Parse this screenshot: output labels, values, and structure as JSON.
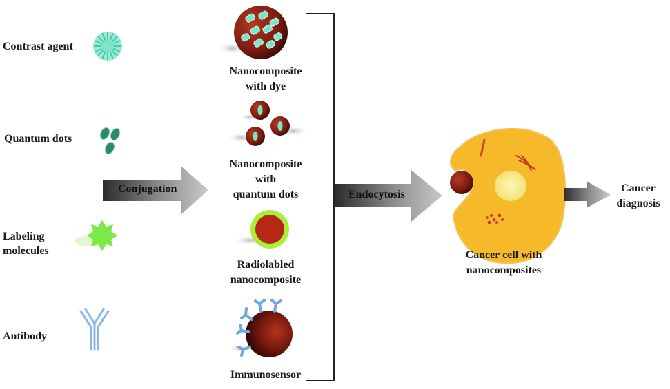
{
  "agents": {
    "contrast": "Contrast agent",
    "quantum": "Quantum dots",
    "labeling_line1": "Labeling",
    "labeling_line2": "molecules",
    "antibody": "Antibody"
  },
  "steps": {
    "conjugation": "Conjugation",
    "endocytosis": "Endocytosis"
  },
  "products": {
    "dye_line1": "Nanocomposite",
    "dye_line2": "with dye",
    "qd_line1": "Nanocomposite",
    "qd_line2": "with",
    "qd_line3": "quantum dots",
    "radio_line1": "Radiolabled",
    "radio_line2": "nanocomposite",
    "immuno": "Immunosensor"
  },
  "cell": {
    "line1": "Cancer cell with",
    "line2": "nanocomposites"
  },
  "result": {
    "line1": "Cancer",
    "line2": "diagnosis"
  },
  "colors": {
    "teal": "#3fd6b0",
    "dark_green": "#2a8a6a",
    "nanoparticle": "#8b1e12",
    "lime": "#7ce84a",
    "antibody_blue": "#7fb0e0",
    "cell_yellow": "#f6b92a"
  }
}
